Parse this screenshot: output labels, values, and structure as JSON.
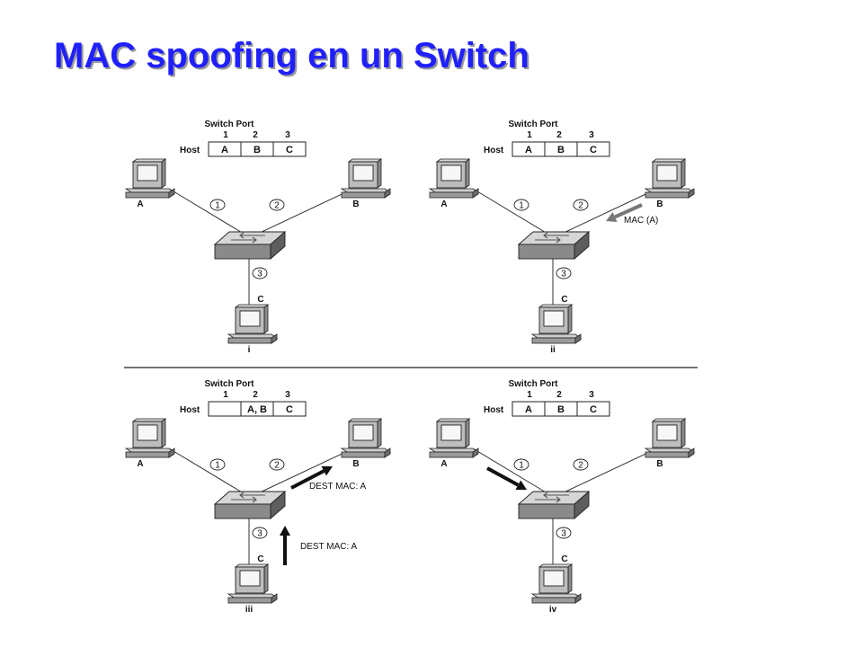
{
  "title": "MAC spoofing en un Switch",
  "accent_color": "#2020ff",
  "panels": [
    {
      "caption": "i",
      "table_header": "Switch Port",
      "port_numbers": [
        "1",
        "2",
        "3"
      ],
      "row_label": "Host",
      "cells": [
        "A",
        "B",
        "C"
      ],
      "hosts": {
        "a": "A",
        "b": "B",
        "c": "C"
      },
      "port_markers": [
        "1",
        "2",
        "3"
      ],
      "annotations": []
    },
    {
      "caption": "ii",
      "table_header": "Switch Port",
      "port_numbers": [
        "1",
        "2",
        "3"
      ],
      "row_label": "Host",
      "cells": [
        "A",
        "B",
        "C"
      ],
      "hosts": {
        "a": "A",
        "b": "B",
        "c": "C"
      },
      "port_markers": [
        "1",
        "2",
        "3"
      ],
      "annotations": [
        "MAC (A)"
      ]
    },
    {
      "caption": "iii",
      "table_header": "Switch Port",
      "port_numbers": [
        "1",
        "2",
        "3"
      ],
      "row_label": "Host",
      "cells": [
        "",
        "A, B",
        "C"
      ],
      "hosts": {
        "a": "A",
        "b": "B",
        "c": "C"
      },
      "port_markers": [
        "1",
        "2",
        "3"
      ],
      "annotations": [
        "DEST MAC: A",
        "DEST MAC: A"
      ]
    },
    {
      "caption": "iv",
      "table_header": "Switch Port",
      "port_numbers": [
        "1",
        "2",
        "3"
      ],
      "row_label": "Host",
      "cells": [
        "A",
        "B",
        "C"
      ],
      "hosts": {
        "a": "A",
        "b": "B",
        "c": "C"
      },
      "port_markers": [
        "1",
        "2",
        "3"
      ],
      "annotations": []
    }
  ]
}
